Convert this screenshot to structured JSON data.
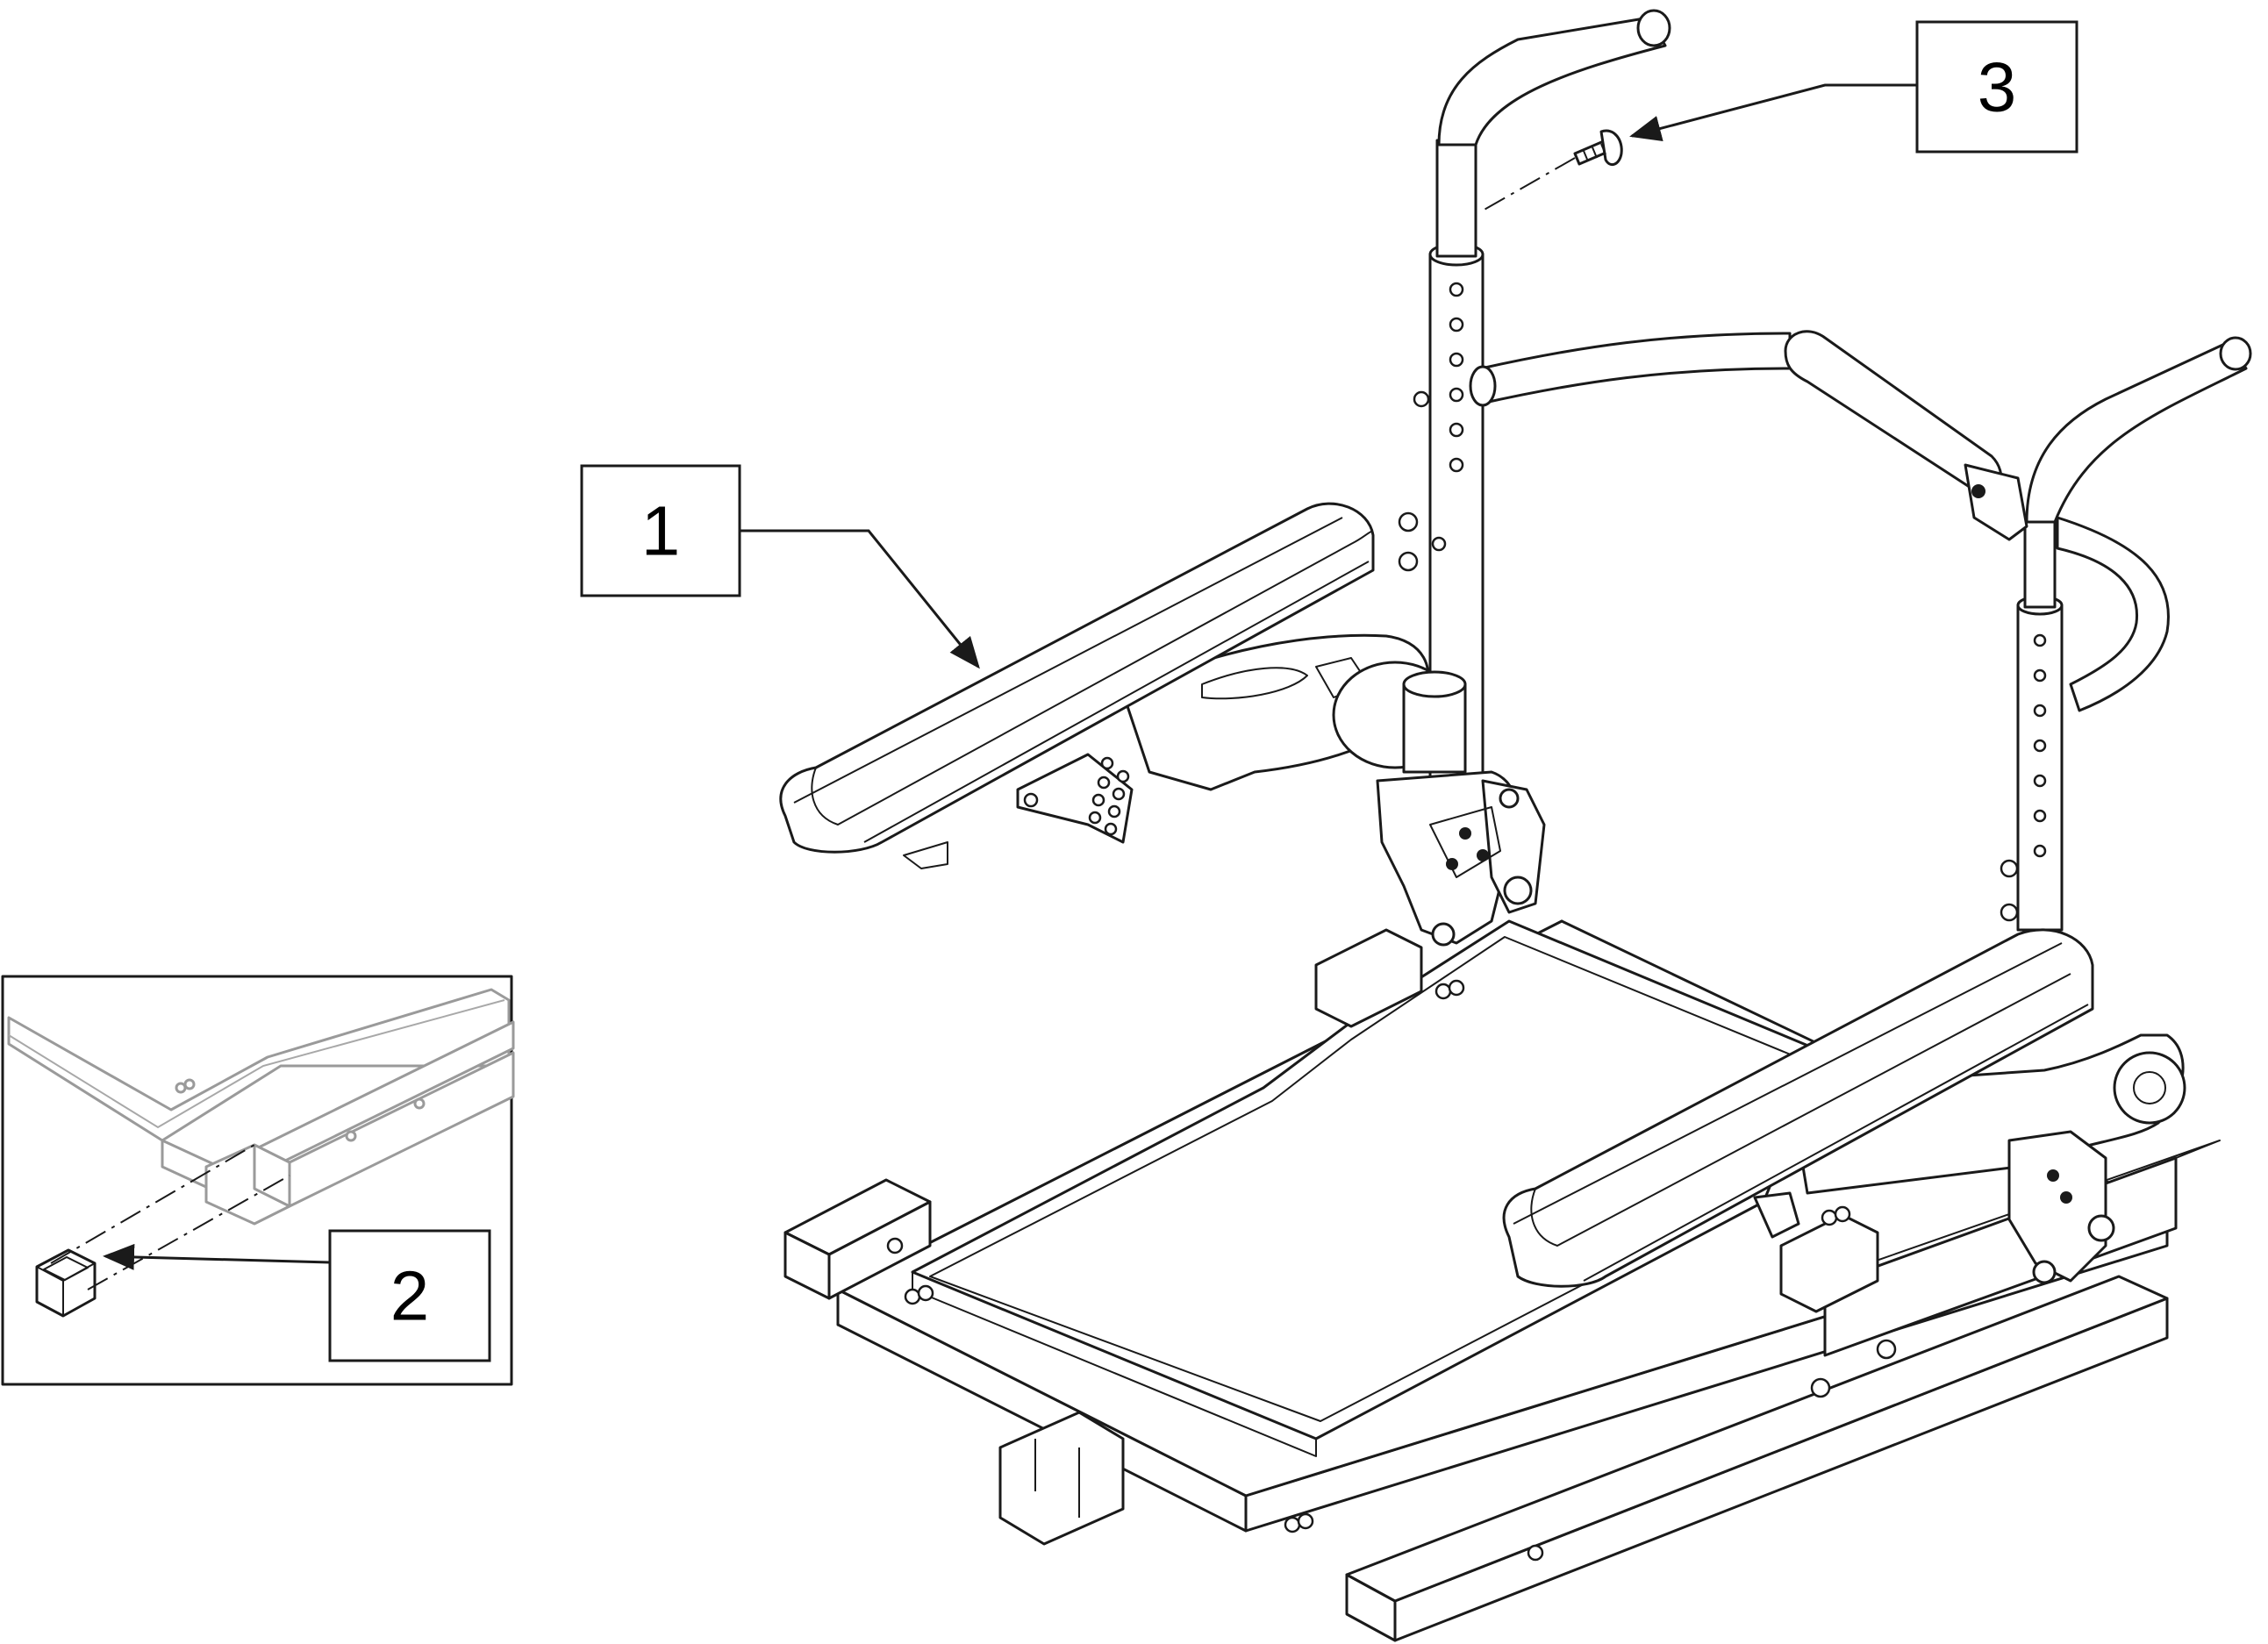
{
  "callouts": [
    {
      "id": "1",
      "label": "1"
    },
    {
      "id": "2",
      "label": "2"
    },
    {
      "id": "3",
      "label": "3"
    }
  ],
  "colors": {
    "line": "#1a1a1a",
    "inset_line": "#9a9a9a",
    "background": "#ffffff"
  }
}
